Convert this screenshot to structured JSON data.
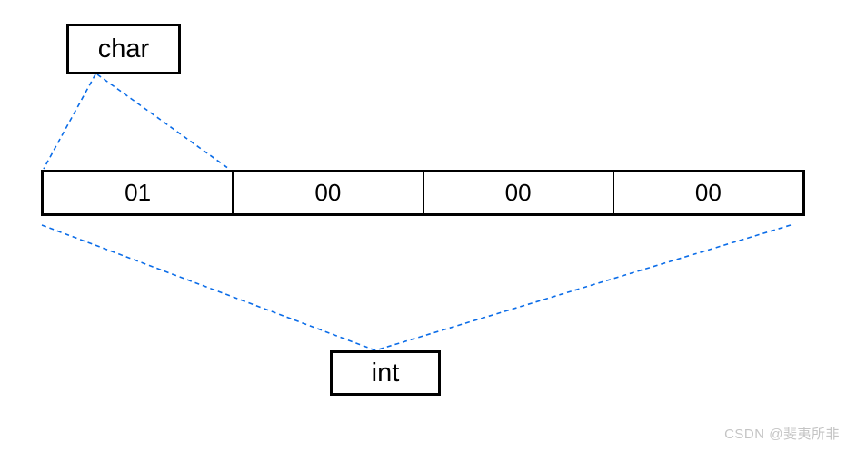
{
  "diagram": {
    "char_box": {
      "label": "char"
    },
    "int_box": {
      "label": "int"
    },
    "memory_bytes": {
      "cells": [
        {
          "value": "01"
        },
        {
          "value": "00"
        },
        {
          "value": "00"
        },
        {
          "value": "00"
        }
      ]
    },
    "line_color": "#0a6cе8",
    "colors": {
      "connector_blue": "#0a6ce8",
      "box_border": "#000000",
      "watermark_gray": "#c4c4c4"
    },
    "watermark": "CSDN @斐夷所非"
  }
}
